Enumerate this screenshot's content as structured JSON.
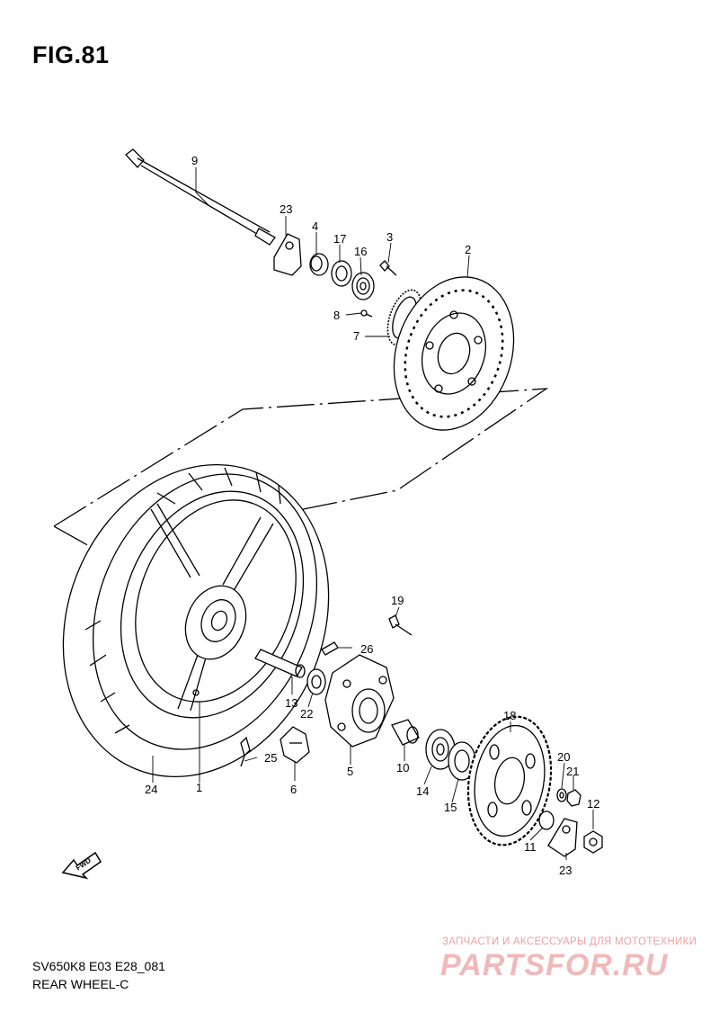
{
  "figure": {
    "title": "FIG.81"
  },
  "footer": {
    "model_code": "SV650K8 E03 E28_081",
    "section_name": "REAR WHEEL-C"
  },
  "fwd_badge": "FWD",
  "watermark": {
    "tagline": "ЗАПЧАСТИ И АКСЕССУАРЫ ДЛЯ МОТОТЕХНИКИ",
    "logo": "PARTSFOR.RU"
  },
  "callouts": {
    "c1": "1",
    "c2": "2",
    "c3": "3",
    "c4": "4",
    "c5": "5",
    "c6": "6",
    "c7": "7",
    "c8": "8",
    "c9": "9",
    "c10": "10",
    "c11": "11",
    "c12": "12",
    "c13": "13",
    "c14": "14",
    "c15": "15",
    "c16": "16",
    "c17": "17",
    "c18": "18",
    "c19": "19",
    "c20": "20",
    "c21": "21",
    "c22": "22",
    "c23a": "23",
    "c23b": "23",
    "c24": "24",
    "c25": "25",
    "c26": "26"
  }
}
